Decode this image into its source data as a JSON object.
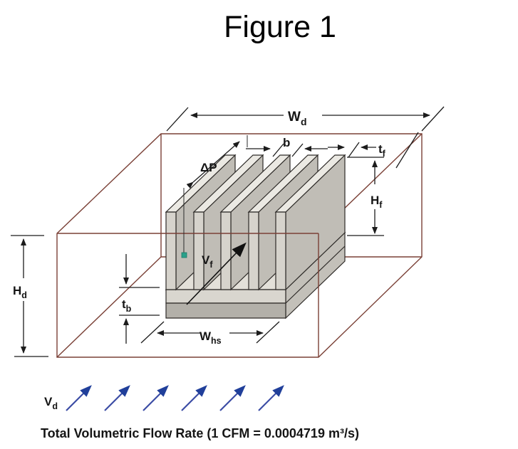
{
  "title": "Figure 1",
  "caption": "Total Volumetric Flow Rate (1 CFM = 0.0004719 m³/s)",
  "labels": {
    "duct_width": {
      "main": "W",
      "sub": "d"
    },
    "channel_gap": {
      "main": "b",
      "sub": ""
    },
    "fin_thickness": {
      "main": "t",
      "sub": "f"
    },
    "fin_height": {
      "main": "H",
      "sub": "f"
    },
    "pressure_drop": {
      "main": "ΔP",
      "sub": ""
    },
    "duct_height": {
      "main": "H",
      "sub": "d"
    },
    "base_thickness": {
      "main": "t",
      "sub": "b"
    },
    "heatsink_width": {
      "main": "W",
      "sub": "hs"
    },
    "fin_velocity": {
      "main": "V",
      "sub": "f"
    },
    "duct_velocity": {
      "main": "V",
      "sub": "d"
    }
  },
  "colors": {
    "duct_pink_top": "#eea096",
    "duct_pink_fade": "#fffefe",
    "duct_edge": "#7a4036",
    "fin_front": "#d6d3cc",
    "fin_top": "#ebe9e3",
    "fin_side": "#c0bdb6",
    "base_front": "#b3b0a9",
    "base_side": "#c3c0b9",
    "channel_floor": "#e3e0d9",
    "dimension_line": "#1c1c1c",
    "flow_arrow_blue": "#203f9a",
    "probe_marker_teal": "#2aa18b"
  }
}
